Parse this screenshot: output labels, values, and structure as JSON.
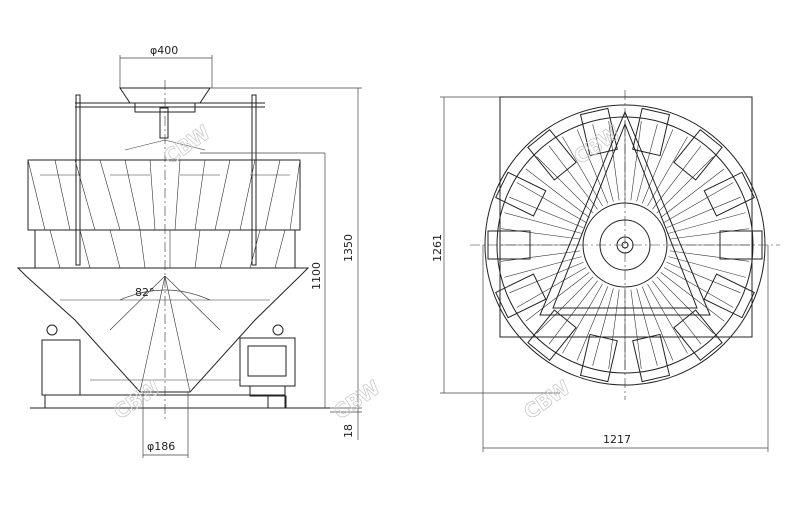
{
  "drawing": {
    "side_view": {
      "hopper_diameter": "φ400",
      "outlet_diameter": "φ186",
      "cone_angle": "82°",
      "total_height": "1350",
      "bucket_height": "1100",
      "foot_height": "18"
    },
    "top_view": {
      "depth": "1261",
      "width": "1217"
    },
    "watermark": "CBW康贝威"
  }
}
